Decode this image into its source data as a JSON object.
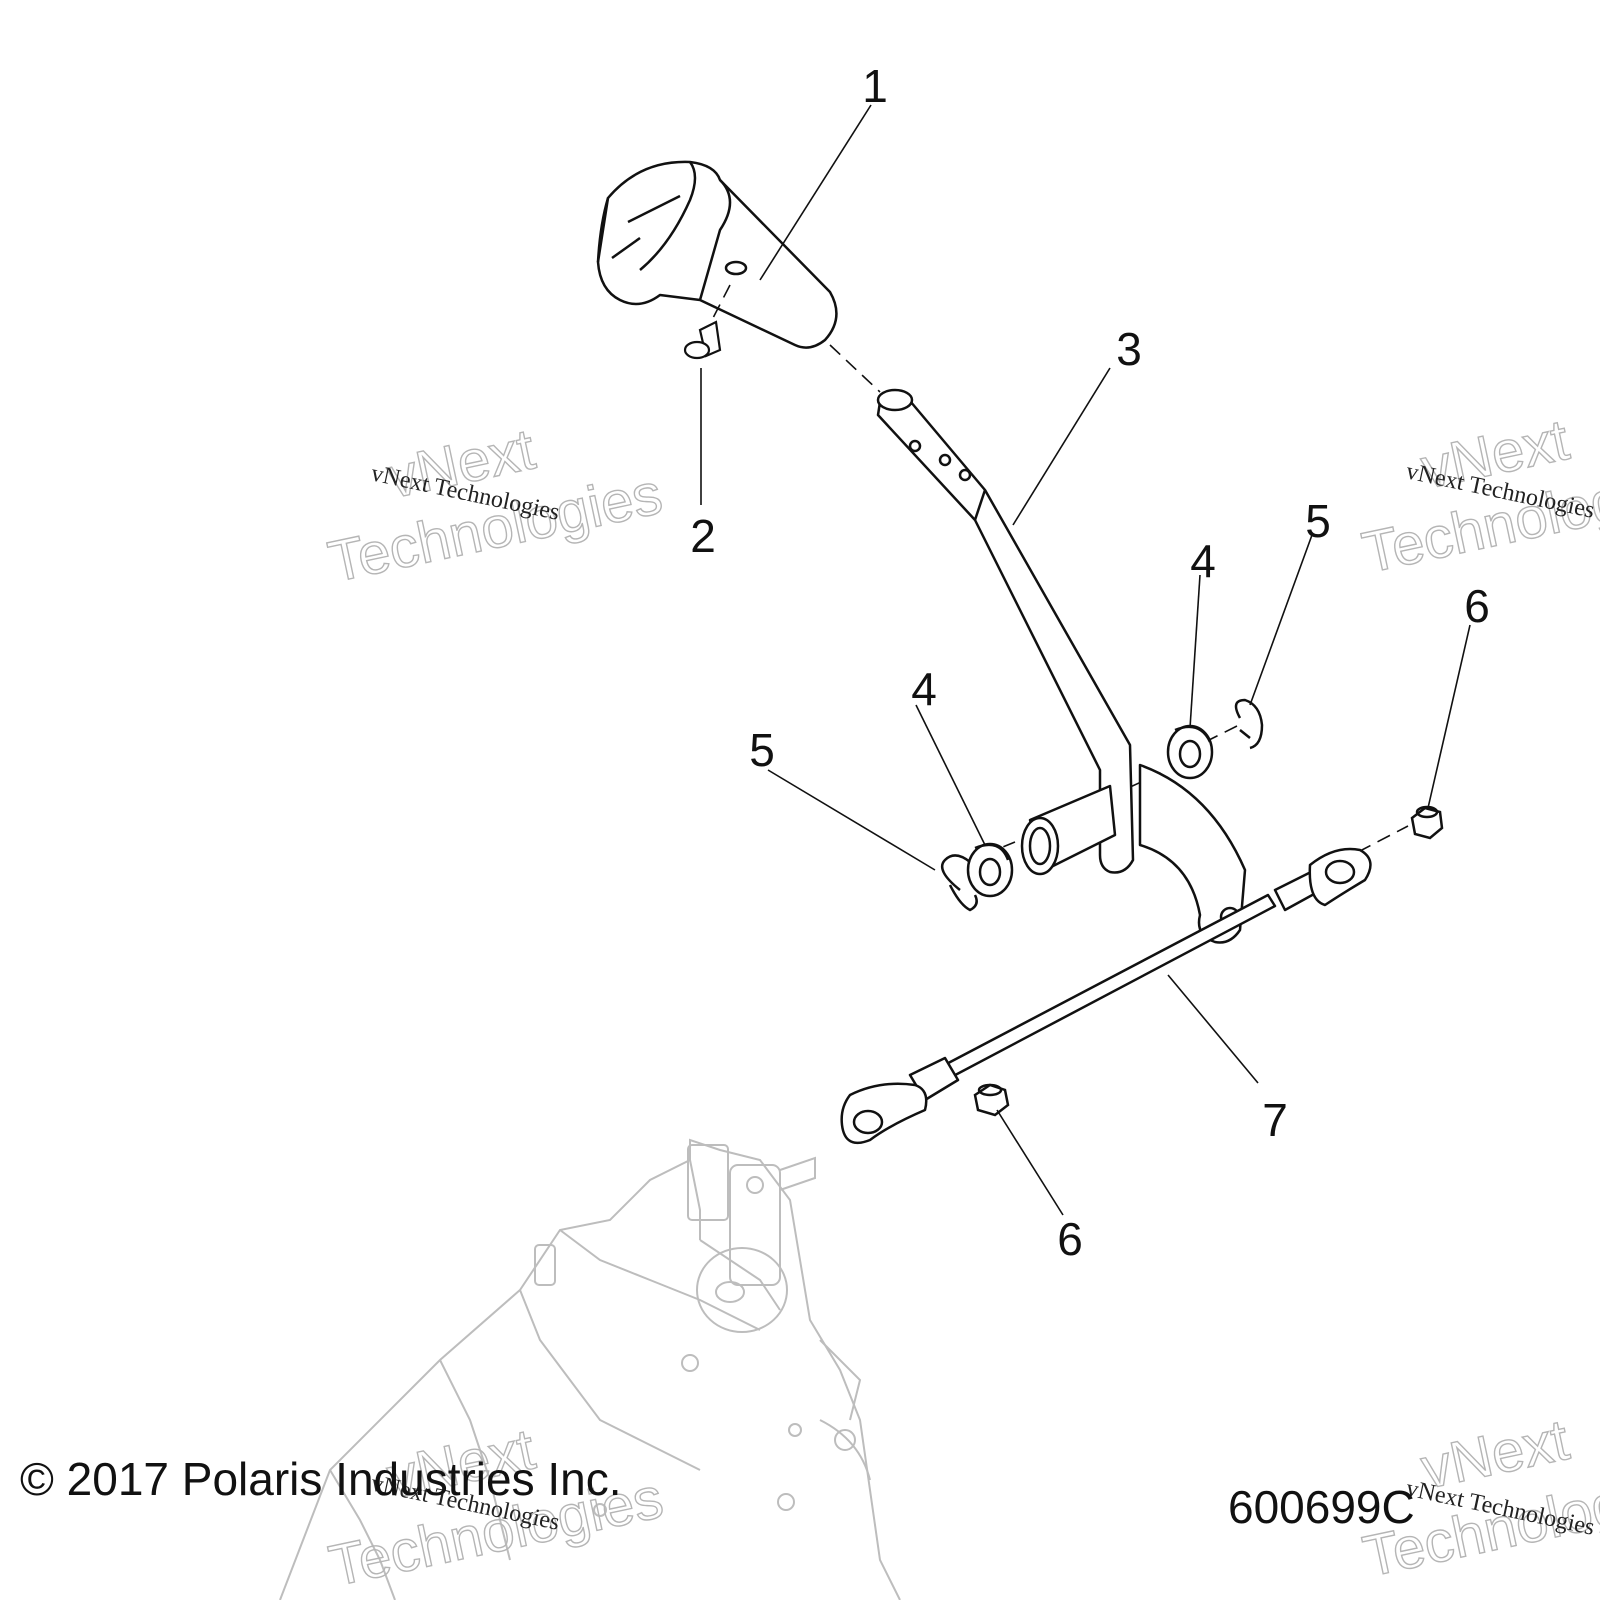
{
  "callouts": [
    {
      "label": "1"
    },
    {
      "label": "2"
    },
    {
      "label": "3"
    },
    {
      "label": "4"
    },
    {
      "label": "5"
    },
    {
      "label": "4"
    },
    {
      "label": "5"
    },
    {
      "label": "6"
    },
    {
      "label": "6"
    },
    {
      "label": "7"
    }
  ],
  "footer": {
    "copyright": "© 2017 Polaris Industries Inc.",
    "part_number": "600699C"
  },
  "watermark": {
    "small_text": "vNext Technologies",
    "big_line1": "vNext",
    "big_line2": "Technologies"
  },
  "colors": {
    "line": "#111111",
    "background_engine": "#bdbdbd",
    "watermark": "#b5b5b5"
  }
}
